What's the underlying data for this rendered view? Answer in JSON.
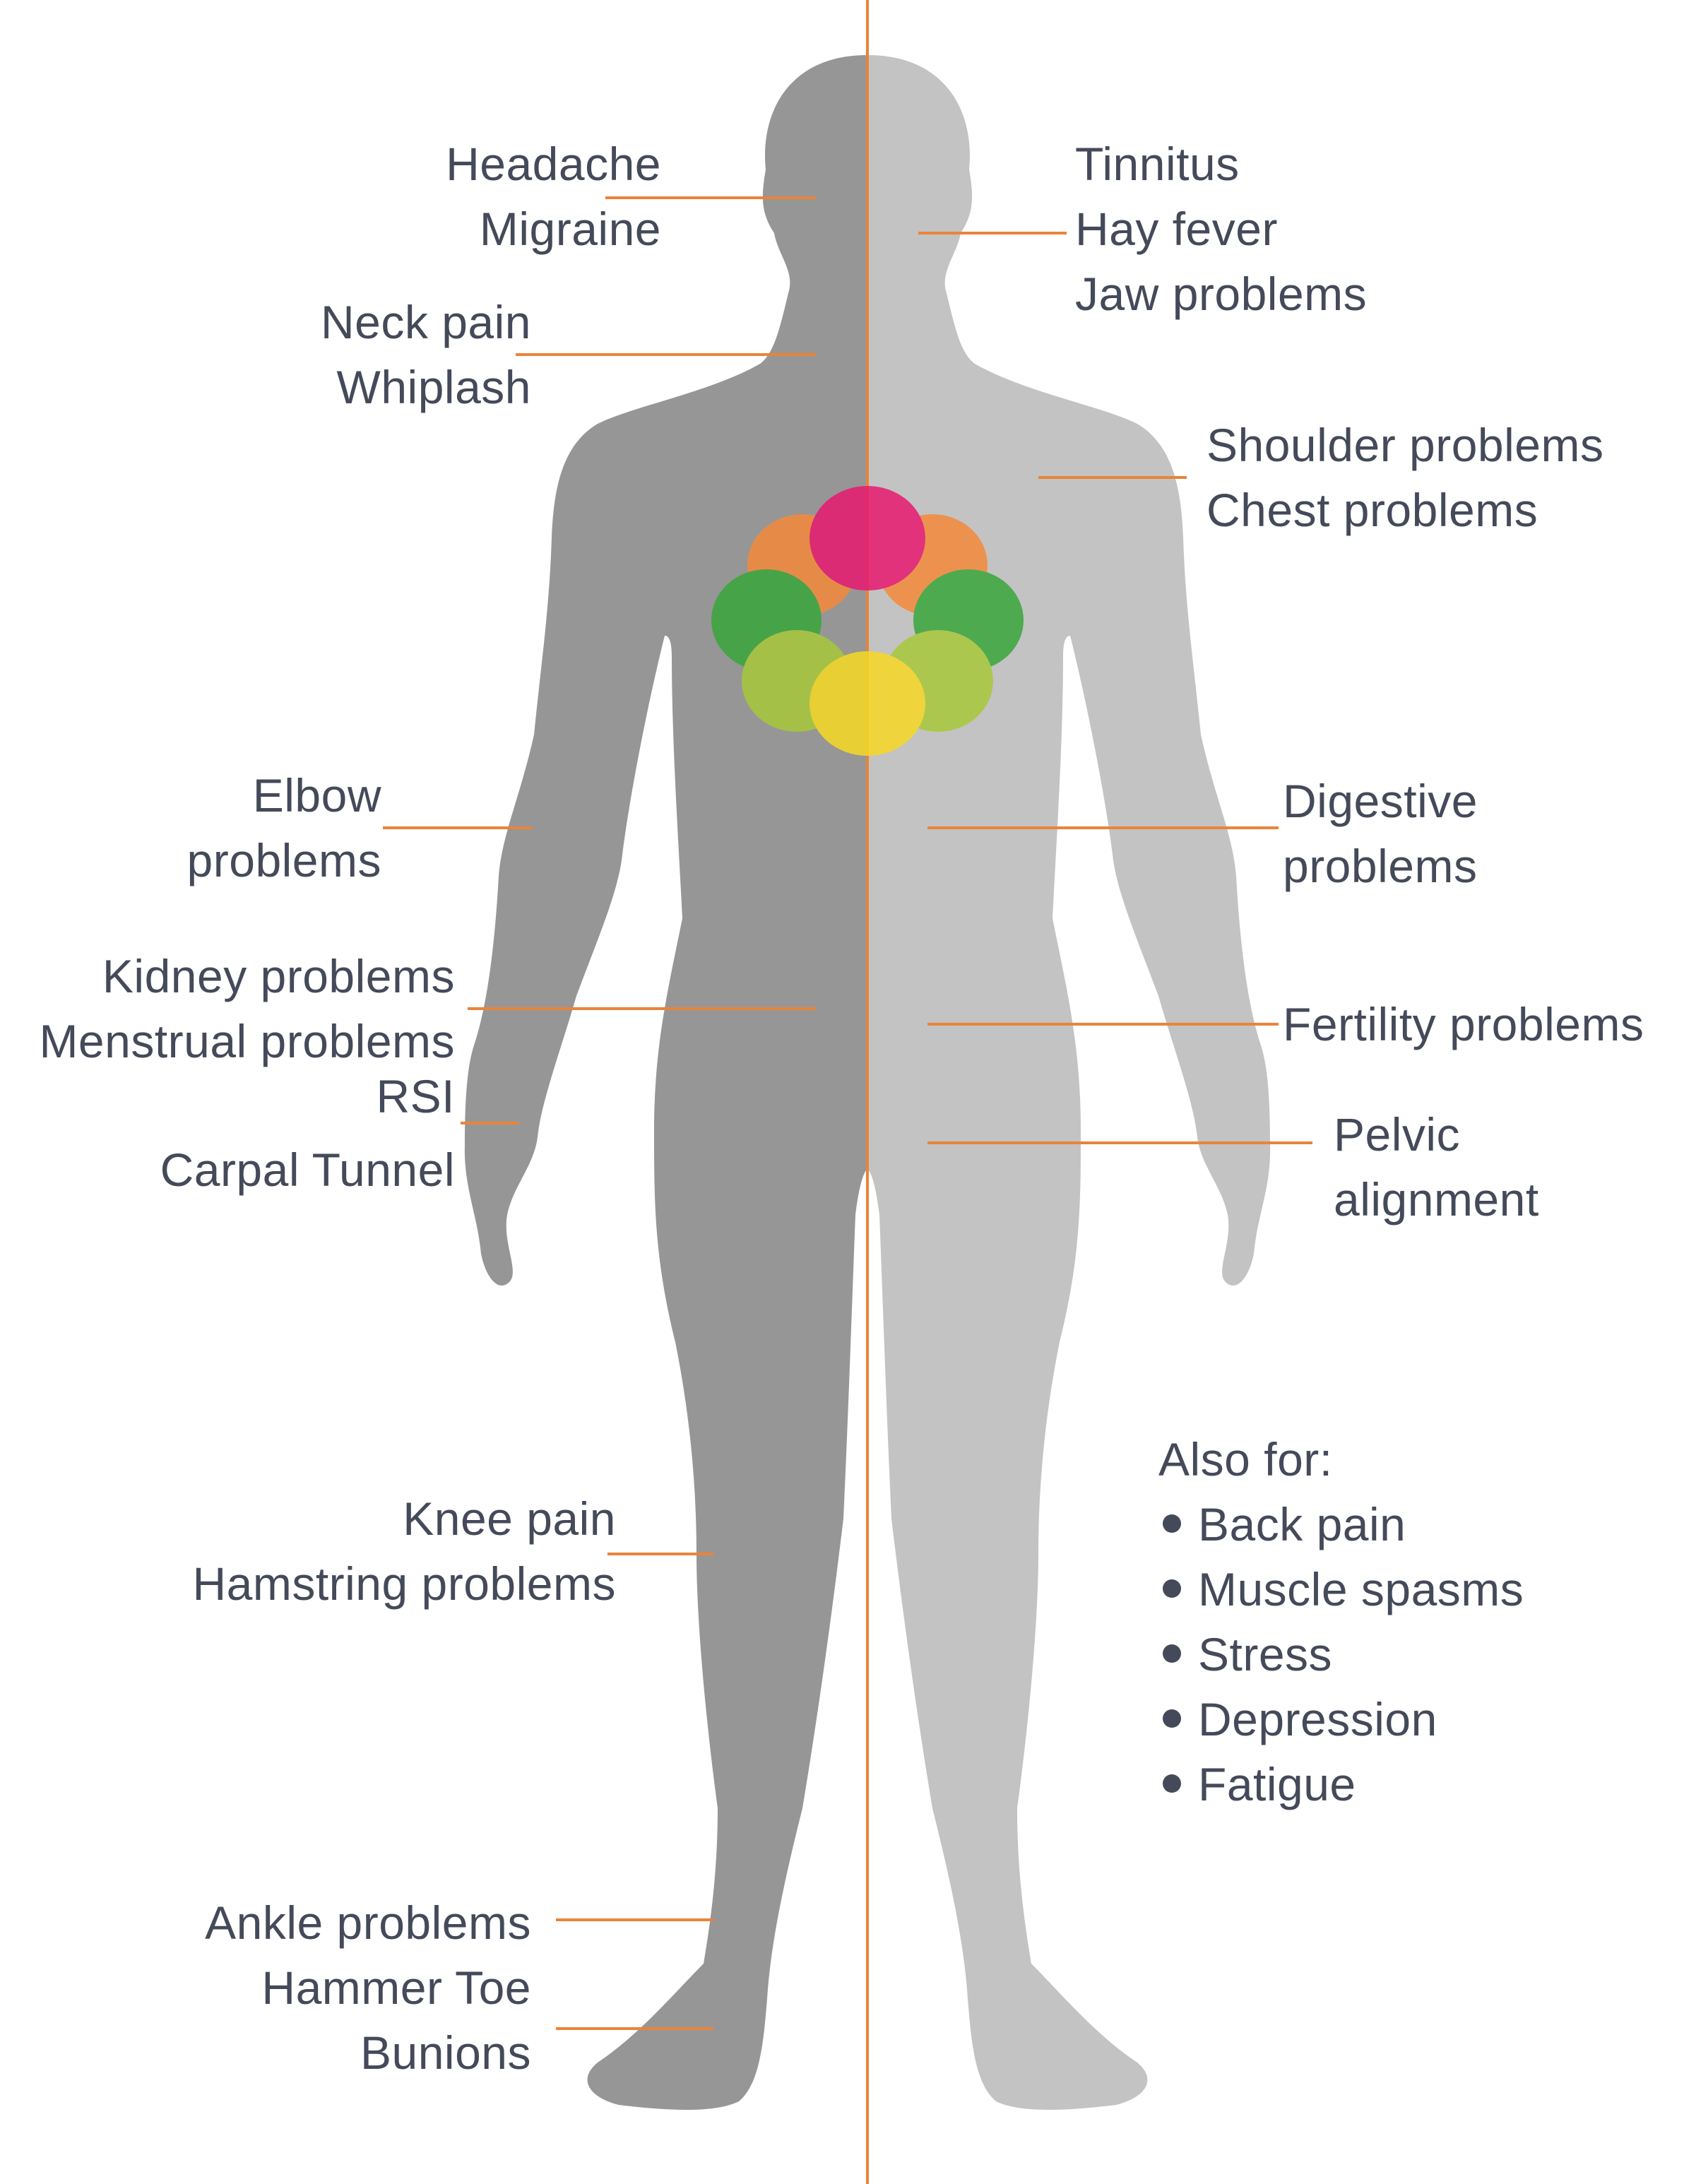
{
  "colors": {
    "body_left": "#969696",
    "body_right": "#c3c3c3",
    "leader_lines": "#e8843a",
    "text": "#444a59",
    "logo_circles": [
      "#e8196f",
      "#f58a3a",
      "#f58a3a",
      "#3aa63a",
      "#3aa63a",
      "#a8c83a",
      "#a8c83a",
      "#f7d924"
    ]
  },
  "left_labels": {
    "head": [
      "Headache",
      "Migraine"
    ],
    "neck": [
      "Neck pain",
      "Whiplash"
    ],
    "elbow": [
      "Elbow",
      "problems"
    ],
    "kidney": [
      "Kidney problems",
      "Menstrual problems"
    ],
    "wrist": [
      "RSI",
      "Carpal Tunnel"
    ],
    "knee": [
      "Knee pain",
      "Hamstring problems"
    ],
    "foot": [
      "Ankle problems",
      "Hammer Toe",
      "Bunions"
    ]
  },
  "right_labels": {
    "ear": [
      "Tinnitus",
      "Hay fever",
      "Jaw problems"
    ],
    "shoulder": [
      "Shoulder problems",
      "Chest problems"
    ],
    "digestive": [
      "Digestive",
      "problems"
    ],
    "fertility": [
      "Fertility problems"
    ],
    "pelvic": [
      "Pelvic",
      "alignment"
    ]
  },
  "also_for": {
    "heading": "Also for:",
    "items": [
      "Back pain",
      "Muscle spasms",
      "Stress",
      "Depression",
      "Fatigue"
    ]
  }
}
